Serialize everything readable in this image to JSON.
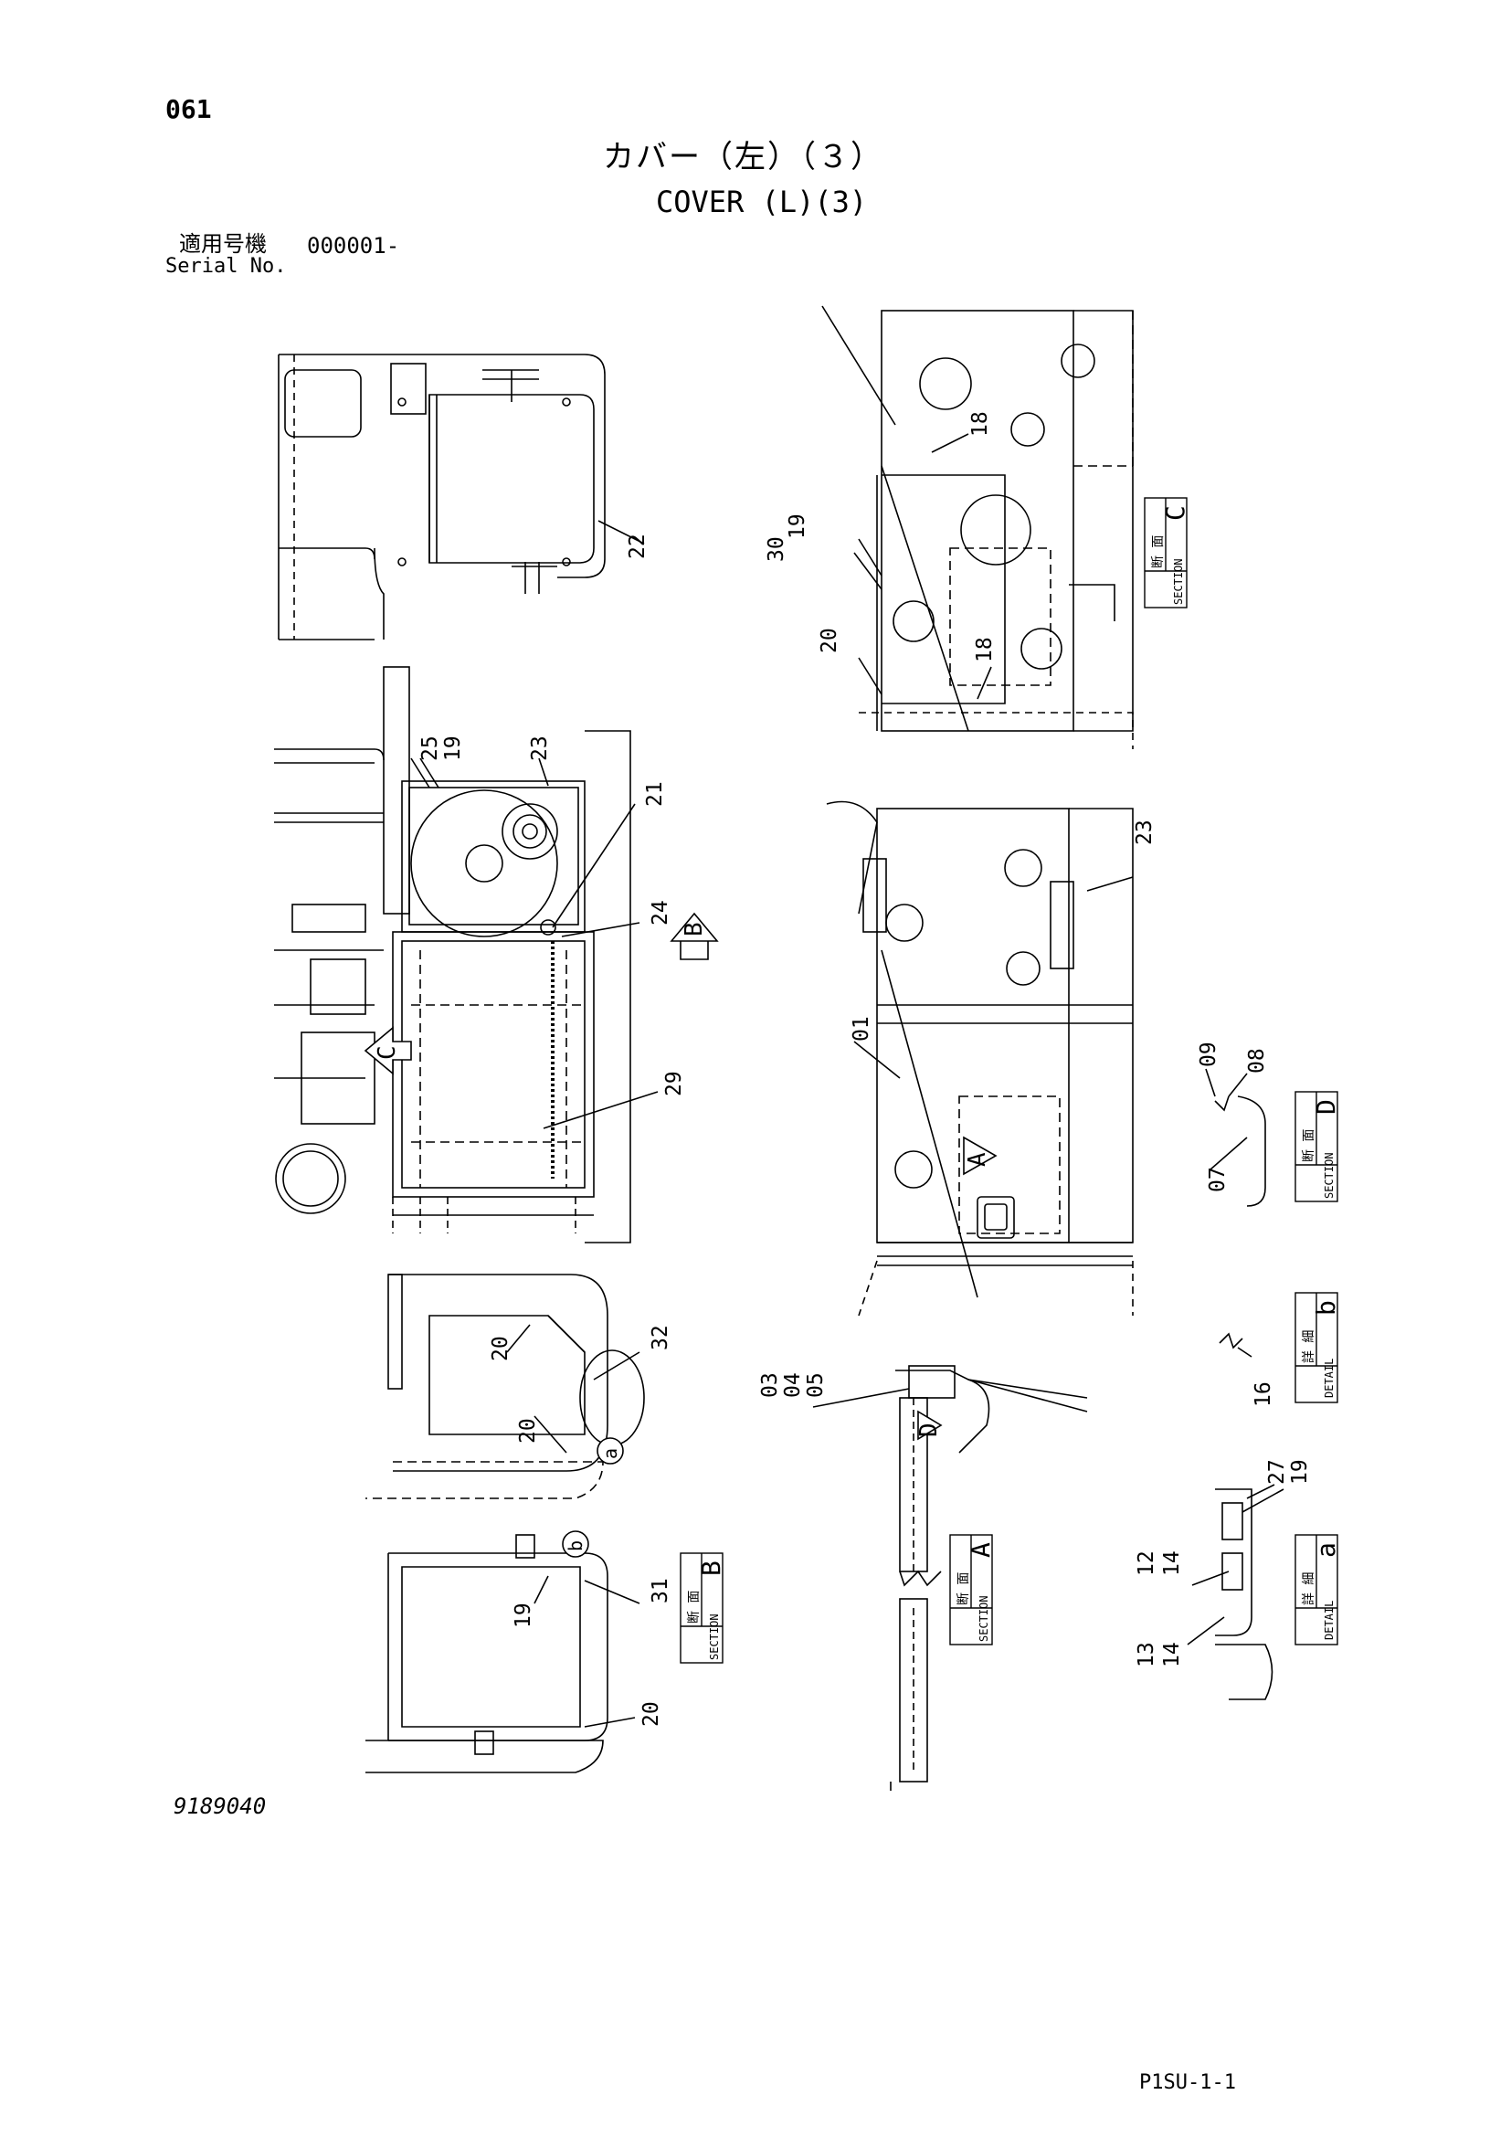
{
  "header": {
    "page_number": "061",
    "title_jp": "カバー（左）（３）",
    "title_en": "COVER (L)(3)",
    "serial_label_jp": "適用号機",
    "serial_value": "000001-",
    "serial_label_en": "Serial No."
  },
  "footer": {
    "figure_number": "9189040",
    "page_code": "P1SU-1-1"
  },
  "view_labels": {
    "section_jp": "断 面",
    "detail_jp": "詳 細",
    "section_en": "SECTION",
    "detail_en": "DETAIL",
    "c": "C",
    "d": "D",
    "b": "b",
    "a": "a",
    "B": "B",
    "A": "A"
  },
  "callouts": {
    "p01": "01",
    "p03": "03",
    "p04": "04",
    "p05": "05",
    "p07": "07",
    "p08": "08",
    "p09": "09",
    "p12": "12",
    "p13": "13",
    "p14": "14",
    "p16": "16",
    "p18": "18",
    "p19": "19",
    "p20": "20",
    "p21": "21",
    "p22": "22",
    "p23": "23",
    "p24": "24",
    "p25": "25",
    "p27": "27",
    "p29": "29",
    "p30": "30",
    "p31": "31",
    "p32": "32",
    "dash": "-"
  },
  "arrows": {
    "A": "A",
    "B": "B",
    "C": "C",
    "D": "D",
    "a": "a",
    "b": "b"
  }
}
